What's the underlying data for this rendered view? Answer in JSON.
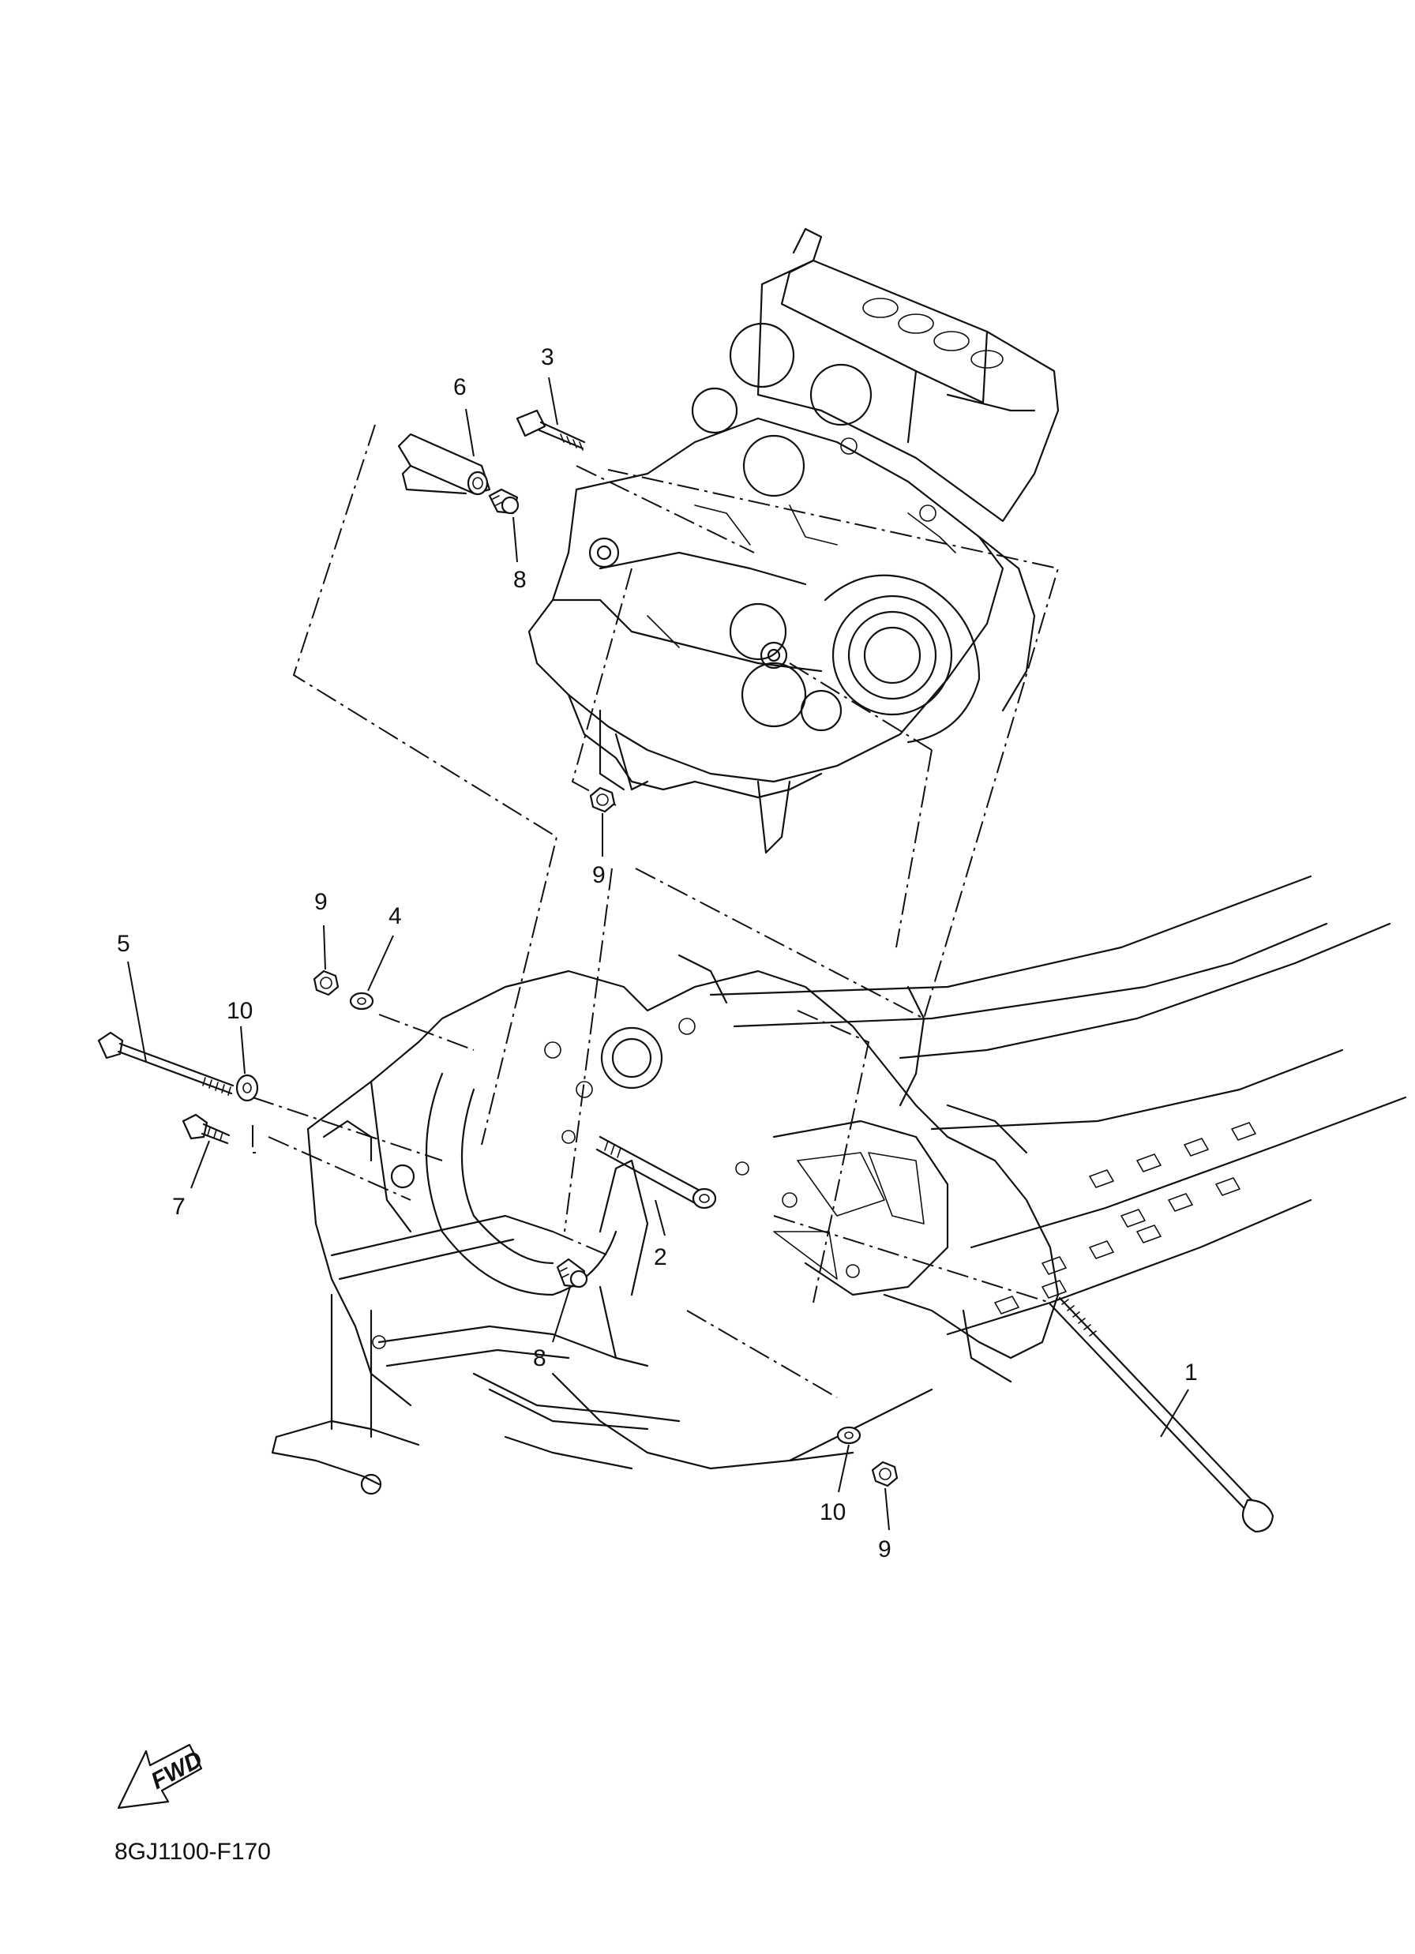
{
  "diagram": {
    "drawing_code": "8GJ1100-F170",
    "fwd_label": "FWD",
    "callouts": [
      {
        "id": "c1",
        "text": "1"
      },
      {
        "id": "c2",
        "text": "2"
      },
      {
        "id": "c3",
        "text": "3"
      },
      {
        "id": "c4",
        "text": "4"
      },
      {
        "id": "c5",
        "text": "5"
      },
      {
        "id": "c6",
        "text": "6"
      },
      {
        "id": "c7",
        "text": "7"
      },
      {
        "id": "c8a",
        "text": "8"
      },
      {
        "id": "c8b",
        "text": "8"
      },
      {
        "id": "c9a",
        "text": "9"
      },
      {
        "id": "c9b",
        "text": "9"
      },
      {
        "id": "c9c",
        "text": "9"
      },
      {
        "id": "c10a",
        "text": "10"
      },
      {
        "id": "c10b",
        "text": "10"
      }
    ]
  }
}
